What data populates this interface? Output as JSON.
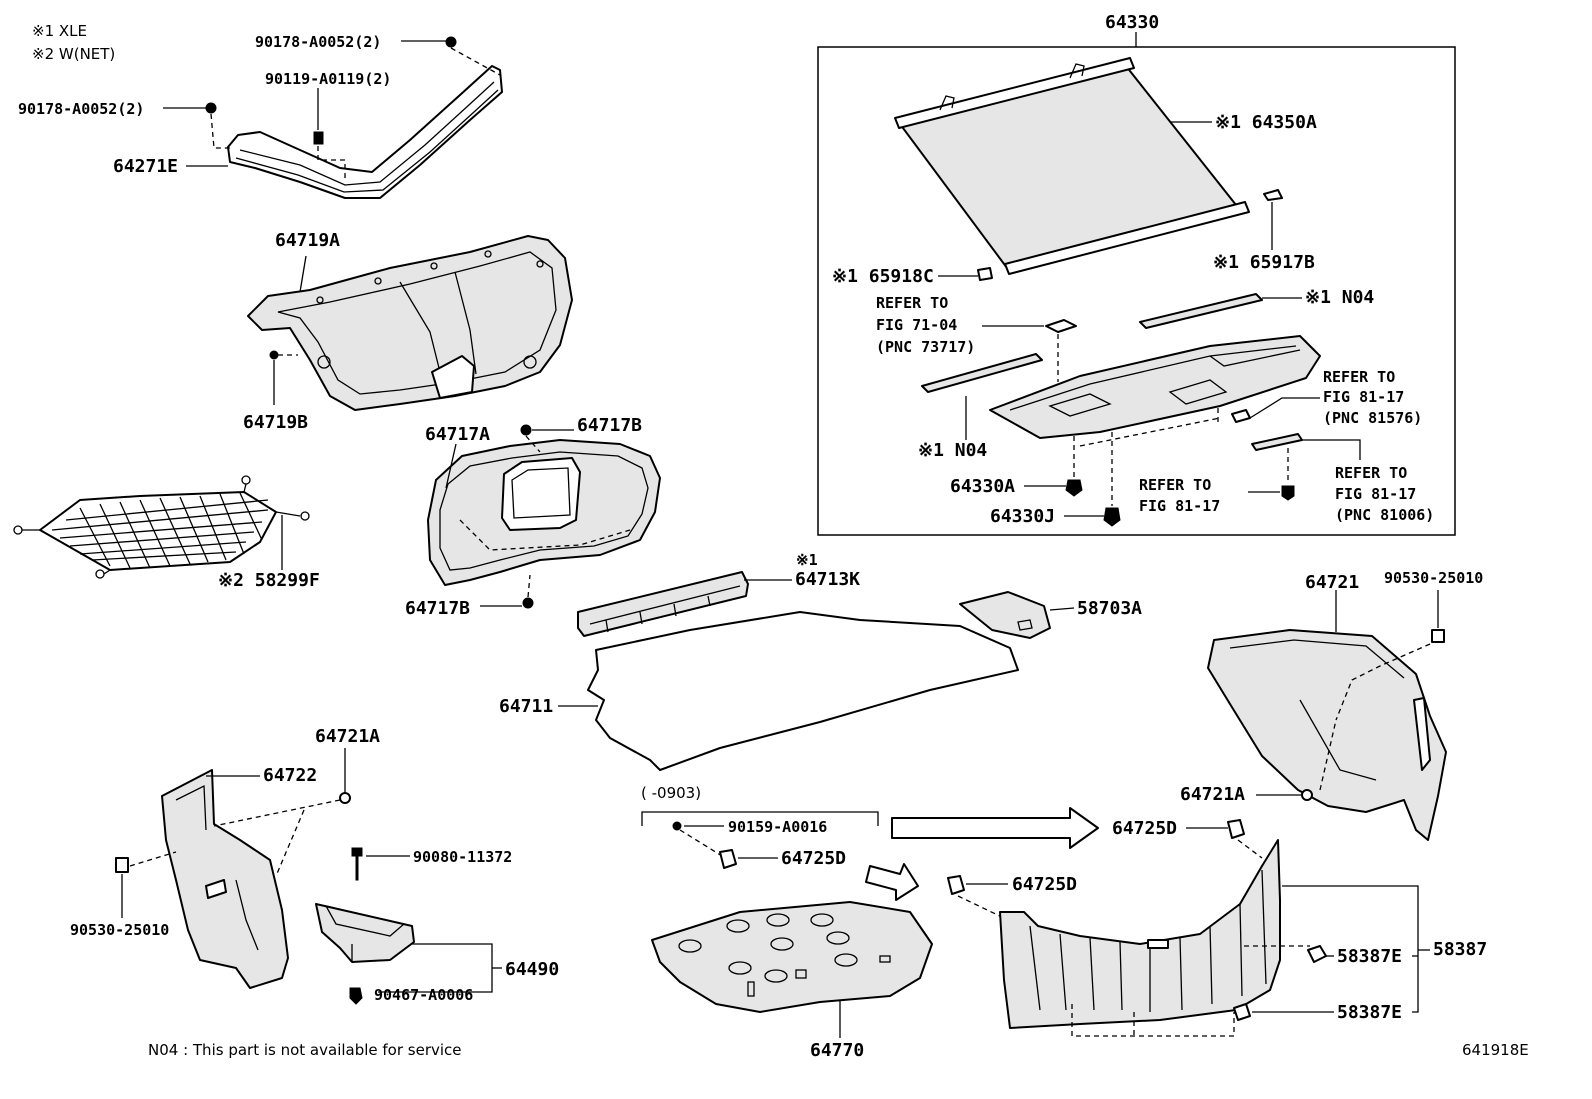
{
  "legend": {
    "note1": "※1 XLE",
    "note2": "※2 W(NET)"
  },
  "labels": {
    "p90178_top": "90178-A0052(2)",
    "p90119": "90119-A0119(2)",
    "p90178_left": "90178-A0052(2)",
    "p64271E": "64271E",
    "p64719A": "64719A",
    "p64719B": "64719B",
    "p64717A": "64717A",
    "p64717B_top": "64717B",
    "p64717B_bot": "64717B",
    "p58299F": "※2 58299F",
    "p64330": "64330",
    "p64350A": "※1 64350A",
    "p65918C": "※1 65918C",
    "p65917B": "※1 65917B",
    "pN04_right": "※1 N04",
    "pN04_left": "※1 N04",
    "refer_71_04_a": "REFER TO",
    "refer_71_04_b": "FIG 71-04",
    "refer_71_04_c": "(PNC 73717)",
    "refer_81576_a": "REFER TO",
    "refer_81576_b": "FIG 81-17",
    "refer_81576_c": "(PNC 81576)",
    "refer_81_17_a": "REFER TO",
    "refer_81_17_b": "FIG 81-17",
    "refer_81006_a": "REFER TO",
    "refer_81006_b": "FIG 81-17",
    "refer_81006_c": "(PNC 81006)",
    "p64330A": "64330A",
    "p64330J": "64330J",
    "p64713K_note": "※1",
    "p64713K": "64713K",
    "p58703A": "58703A",
    "p64711": "64711",
    "p64721": "64721",
    "p90530_right": "90530-25010",
    "p64721A_right": "64721A",
    "p64721A_left": "64721A",
    "p64722": "64722",
    "p90530_left": "90530-25010",
    "p90080": "90080-11372",
    "p64490": "64490",
    "p90467": "90467-A0006",
    "range": "(     -0903)",
    "p90159": "90159-A0016",
    "p64725D_a": "64725D",
    "p64725D_b": "64725D",
    "p64725D_c": "64725D",
    "p64770": "64770",
    "p58387E_a": "58387E",
    "p58387E_b": "58387E",
    "p58387": "58387"
  },
  "footer": {
    "note": "N04 : This part is not available for service",
    "figure_id": "641918E"
  }
}
